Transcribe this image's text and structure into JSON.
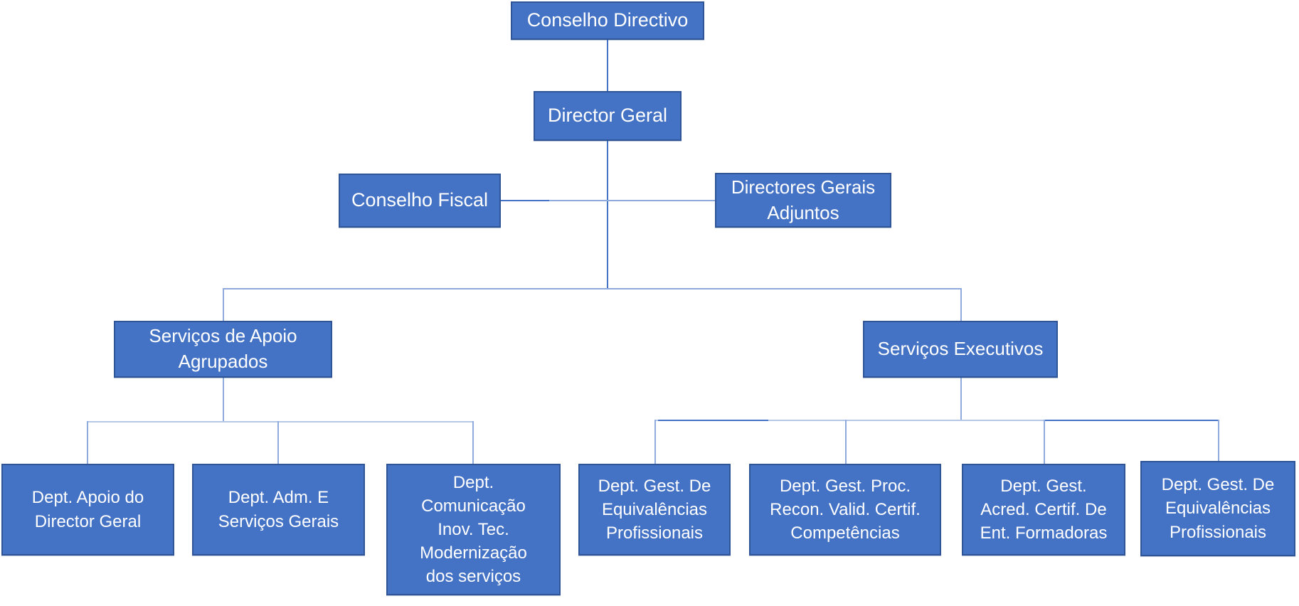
{
  "org_chart": {
    "type": "organizational-chart",
    "nodes": [
      {
        "id": "conselho-directivo",
        "label": "Conselho Directivo",
        "parent": null
      },
      {
        "id": "director-geral",
        "label": "Director Geral",
        "parent": "conselho-directivo"
      },
      {
        "id": "conselho-fiscal",
        "label": "Conselho Fiscal",
        "parent": "director-geral"
      },
      {
        "id": "directores-gerais-adjuntos",
        "label": "Directores Gerais\nAdjuntos",
        "parent": "director-geral"
      },
      {
        "id": "servicos-apoio-agrupados",
        "label": "Serviços de Apoio\nAgrupados",
        "parent": "director-geral"
      },
      {
        "id": "servicos-executivos",
        "label": "Serviços Executivos",
        "parent": "director-geral"
      },
      {
        "id": "dept-apoio-director-geral",
        "label": "Dept. Apoio do\nDirector Geral",
        "parent": "servicos-apoio-agrupados"
      },
      {
        "id": "dept-adm-servicos-gerais",
        "label": "Dept. Adm. E\nServiços Gerais",
        "parent": "servicos-apoio-agrupados"
      },
      {
        "id": "dept-comunicacao",
        "label": "Dept.\nComunicação\nInov. Tec.\nModernização\ndos serviços",
        "parent": "servicos-apoio-agrupados"
      },
      {
        "id": "dept-gest-equivalencias-1",
        "label": "Dept. Gest. De\nEquivalências\nProfissionais",
        "parent": "servicos-executivos"
      },
      {
        "id": "dept-gest-proc-recon",
        "label": "Dept. Gest. Proc.\nRecon. Valid. Certif.\nCompetências",
        "parent": "servicos-executivos"
      },
      {
        "id": "dept-gest-acred",
        "label": "Dept. Gest.\nAcred. Certif. De\nEnt. Formadoras",
        "parent": "servicos-executivos"
      },
      {
        "id": "dept-gest-equivalencias-2",
        "label": "Dept. Gest. De\nEquivalências\nProfissionais",
        "parent": "servicos-executivos"
      }
    ]
  },
  "colors": {
    "node_fill": "#4472C4",
    "node_border": "#2F5597",
    "node_text": "#FFFFFF",
    "connector_dark": "#4472C4",
    "connector_mid": "#8FAADC",
    "connector_light": "#B4C7E7",
    "background": "#FFFFFF"
  }
}
